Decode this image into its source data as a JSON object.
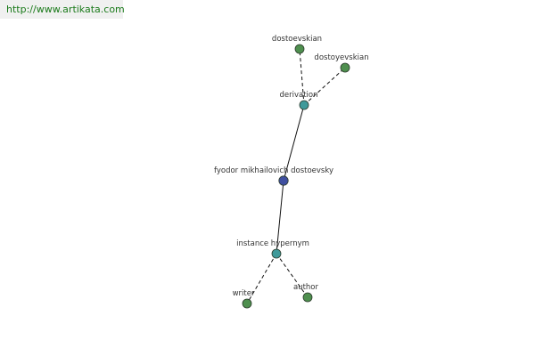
{
  "source_url": "http://www.artikata.com",
  "colors": {
    "leaf_node": "#4e8f4e",
    "relation_node": "#3f9a9a",
    "center_node": "#3f4fa0",
    "node_stroke": "#2b3a2b",
    "edge": "#111111",
    "banner_text": "#1a7a1a"
  },
  "graph": {
    "center": "fyodor mikhailovich dostoevsky",
    "nodes": [
      {
        "id": "n1",
        "label": "fyodor mikhailovich dostoevsky",
        "kind": "center"
      },
      {
        "id": "n2",
        "label": "derivation",
        "kind": "relation"
      },
      {
        "id": "n3",
        "label": "instance hypernym",
        "kind": "relation"
      },
      {
        "id": "n4",
        "label": "dostoevskian",
        "kind": "leaf"
      },
      {
        "id": "n5",
        "label": "dostoyevskian",
        "kind": "leaf"
      },
      {
        "id": "n6",
        "label": "writer",
        "kind": "leaf"
      },
      {
        "id": "n7",
        "label": "author",
        "kind": "leaf"
      }
    ],
    "edges": [
      {
        "from": "n1",
        "to": "n2",
        "style": "solid"
      },
      {
        "from": "n1",
        "to": "n3",
        "style": "solid"
      },
      {
        "from": "n2",
        "to": "n4",
        "style": "dashed"
      },
      {
        "from": "n2",
        "to": "n5",
        "style": "dashed"
      },
      {
        "from": "n3",
        "to": "n6",
        "style": "dashed"
      },
      {
        "from": "n3",
        "to": "n7",
        "style": "dashed"
      }
    ]
  }
}
